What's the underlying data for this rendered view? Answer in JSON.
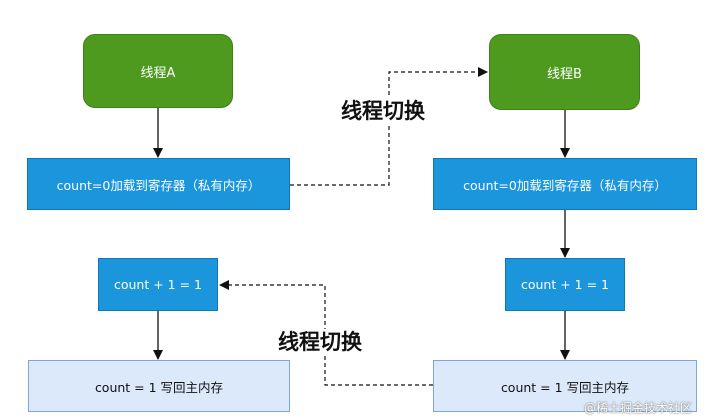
{
  "nodes": {
    "thread_a": "线程A",
    "thread_b": "线程B",
    "a_load": "count=0加载到寄存器（私有内存）",
    "b_load": "count=0加载到寄存器（私有内存）",
    "a_incr": "count + 1 = 1",
    "b_incr": "count + 1 = 1",
    "a_write": "count = 1 写回主内存",
    "b_write": "count = 1 写回主内存"
  },
  "labels": {
    "switch_top": "线程切换",
    "switch_bottom": "线程切换"
  },
  "watermark": "@稀土掘金技术社区",
  "colors": {
    "thread_node": "#4e9a1e",
    "step_node": "#1b95dc",
    "write_node": "#dbe9fb",
    "edge": "#111111"
  }
}
